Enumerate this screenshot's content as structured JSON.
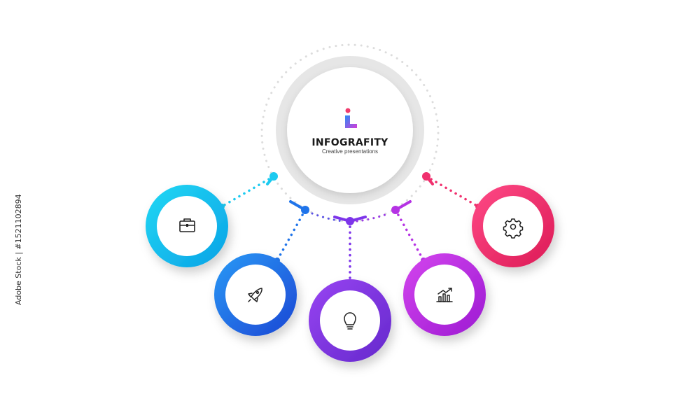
{
  "brand": {
    "title": "INFOGRAFITY",
    "subtitle": "Creative presentations",
    "logo": "infografity-logo"
  },
  "watermark": {
    "side_text": "Adobe Stock | #1521102894"
  },
  "nodes": [
    {
      "id": "node-1",
      "icon": "briefcase-icon",
      "color_from": "#16d0f0",
      "color_to": "#0aa8e8"
    },
    {
      "id": "node-2",
      "icon": "rocket-icon",
      "color_from": "#1f8cf2",
      "color_to": "#1f4fd8"
    },
    {
      "id": "node-3",
      "icon": "lightbulb-icon",
      "color_from": "#8a3cf0",
      "color_to": "#6a2ad0"
    },
    {
      "id": "node-4",
      "icon": "chart-icon",
      "color_from": "#c237e8",
      "color_to": "#a01fd6"
    },
    {
      "id": "node-5",
      "icon": "gear-icon",
      "color_from": "#f23a7a",
      "color_to": "#e01e5a"
    }
  ]
}
